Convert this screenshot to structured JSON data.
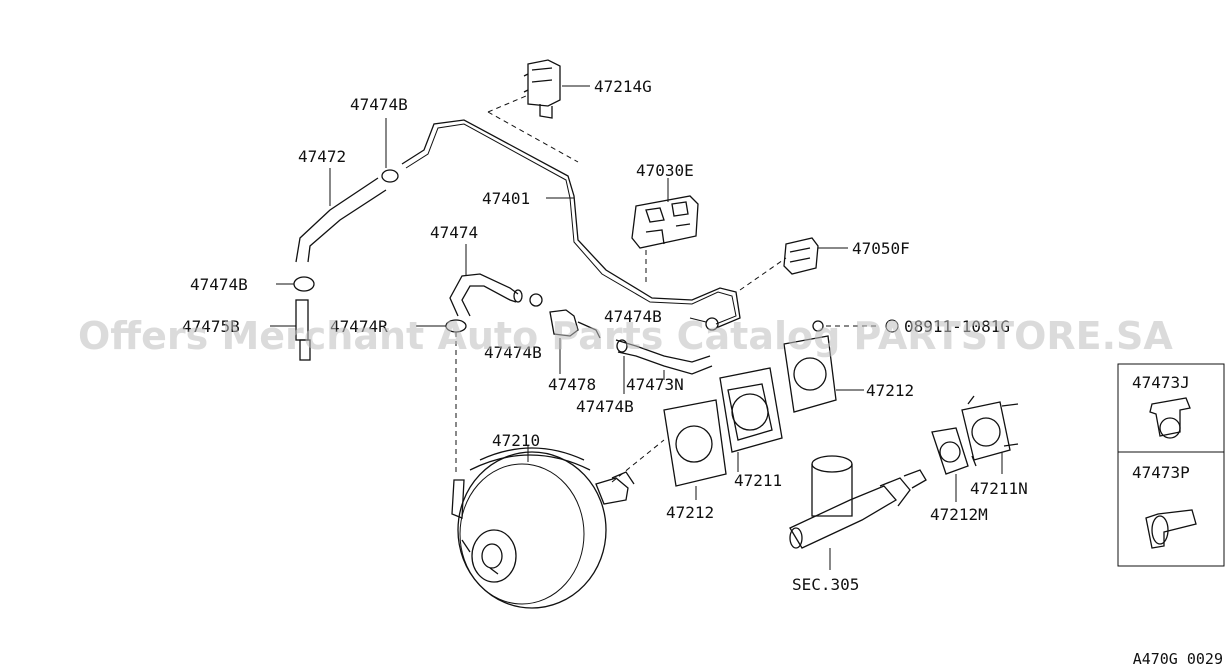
{
  "labels": {
    "l47214G": "47214G",
    "l47474B_top": "47474B",
    "l47472": "47472",
    "l47030E": "47030E",
    "l47401": "47401",
    "l47474": "47474",
    "l47050F": "47050F",
    "l47474B_left": "47474B",
    "l47475B": "47475B",
    "l47474R": "47474R",
    "l47474B_mid": "47474B",
    "l47474B_right": "47474B",
    "l08911": "08911-1081G",
    "l47478": "47478",
    "l47473N": "47473N",
    "l47474B_low": "47474B",
    "l47212_right": "47212",
    "l47210": "47210",
    "l47211": "47211",
    "l47212_low": "47212",
    "l47211N": "47211N",
    "l47212M": "47212M",
    "lSEC305": "SEC.305",
    "l47473J": "47473J",
    "l47473P": "47473P"
  },
  "watermark": "Offers Merchant Auto Parts Catalog PARTSTORE.SA",
  "diagram_code": "A470G 0029"
}
